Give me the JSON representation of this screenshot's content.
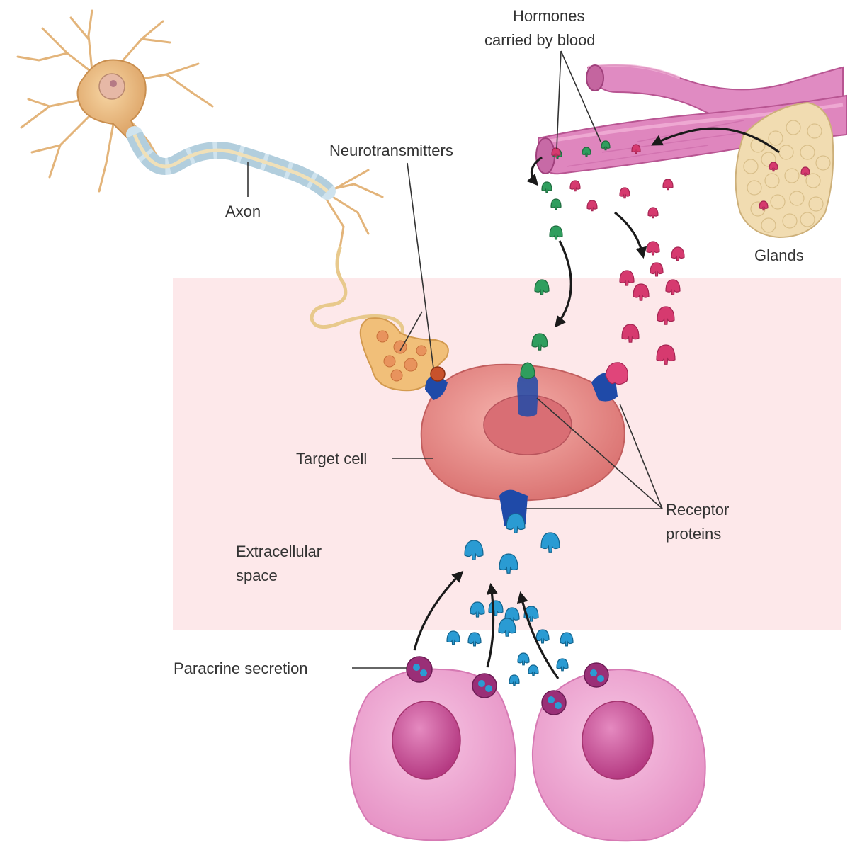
{
  "labels": {
    "hormones_line1": "Hormones",
    "hormones_line2": "carried by blood",
    "neurotransmitters": "Neurotransmitters",
    "axon": "Axon",
    "glands": "Glands",
    "target_cell": "Target cell",
    "receptor_line1": "Receptor",
    "receptor_line2": "proteins",
    "extracellular_line1": "Extracellular",
    "extracellular_line2": "space",
    "paracrine": "Paracrine secretion"
  },
  "colors": {
    "extracellular_bg": "#fde8ea",
    "neuron_body": "#e9b575",
    "axon_sheath": "#d6e6ef",
    "vessel": "#d873b1",
    "gland": "#f1dcb1",
    "target_cell": "#e9908d",
    "target_nucleus": "#d66f75",
    "receptor": "#1f4aa8",
    "hormone_green": "#2f9e5e",
    "hormone_pink": "#d63a6f",
    "paracrine_blue": "#2a9bd3",
    "paracrine_cell": "#f1a8d4",
    "paracrine_nucleus": "#c9468e",
    "vesicle": "#9a2f77"
  }
}
